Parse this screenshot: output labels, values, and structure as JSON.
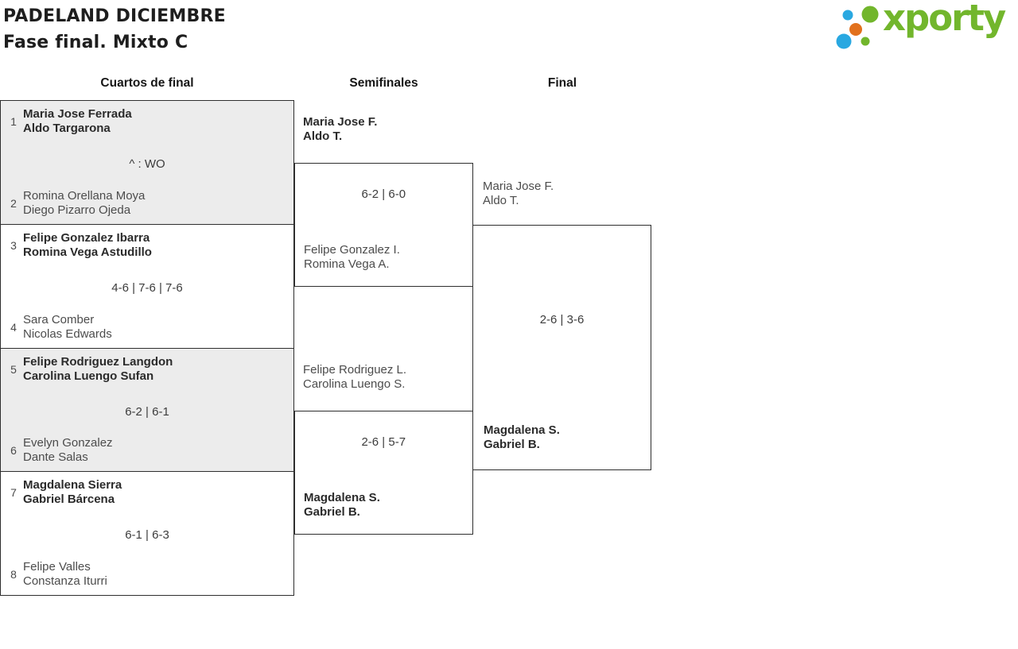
{
  "header": {
    "title_line1": "PADELAND DICIEMBRE",
    "title_line2": "Fase final. Mixto C",
    "logo_text": "xporty",
    "brand_colors": {
      "green": "#72b62c",
      "blue": "#29a8e1",
      "orange": "#e2711d"
    }
  },
  "columns": [
    {
      "label": "Cuartos de final"
    },
    {
      "label": "Semifinales"
    },
    {
      "label": "Final"
    }
  ],
  "style": {
    "shaded_row_bg": "#ececec",
    "border_color": "#2e2e2e"
  },
  "quarterfinals": [
    {
      "seed_top": "1",
      "top": [
        "Maria Jose Ferrada",
        "Aldo Targarona"
      ],
      "top_winner": true,
      "score": "^ : WO",
      "seed_bottom": "2",
      "bottom": [
        "Romina Orellana Moya",
        "Diego Pizarro Ojeda"
      ],
      "bottom_winner": false
    },
    {
      "seed_top": "3",
      "top": [
        "Felipe Gonzalez Ibarra",
        "Romina Vega Astudillo"
      ],
      "top_winner": true,
      "score": "4-6 | 7-6 | 7-6",
      "seed_bottom": "4",
      "bottom": [
        "Sara Comber",
        "Nicolas Edwards"
      ],
      "bottom_winner": false
    },
    {
      "seed_top": "5",
      "top": [
        "Felipe Rodriguez Langdon",
        "Carolina Luengo Sufan"
      ],
      "top_winner": true,
      "score": "6-2 | 6-1",
      "seed_bottom": "6",
      "bottom": [
        "Evelyn Gonzalez",
        "Dante Salas"
      ],
      "bottom_winner": false
    },
    {
      "seed_top": "7",
      "top": [
        "Magdalena Sierra",
        "Gabriel Bárcena"
      ],
      "top_winner": true,
      "score": "6-1 | 6-3",
      "seed_bottom": "8",
      "bottom": [
        "Felipe Valles",
        "Constanza Iturri"
      ],
      "bottom_winner": false
    }
  ],
  "semifinals": [
    {
      "top": [
        "Maria Jose F.",
        "Aldo T."
      ],
      "top_winner": true,
      "score": "6-2 | 6-0",
      "bottom": [
        "Felipe Gonzalez I.",
        "Romina Vega A."
      ],
      "bottom_winner": false
    },
    {
      "top": [
        "Felipe Rodriguez L.",
        "Carolina Luengo S."
      ],
      "top_winner": false,
      "score": "2-6 | 5-7",
      "bottom": [
        "Magdalena S.",
        "Gabriel B."
      ],
      "bottom_winner": true
    }
  ],
  "final": {
    "top": [
      "Maria Jose F.",
      "Aldo T."
    ],
    "top_winner": false,
    "score": "2-6 | 3-6",
    "bottom": [
      "Magdalena S.",
      "Gabriel B."
    ],
    "bottom_winner": true
  }
}
